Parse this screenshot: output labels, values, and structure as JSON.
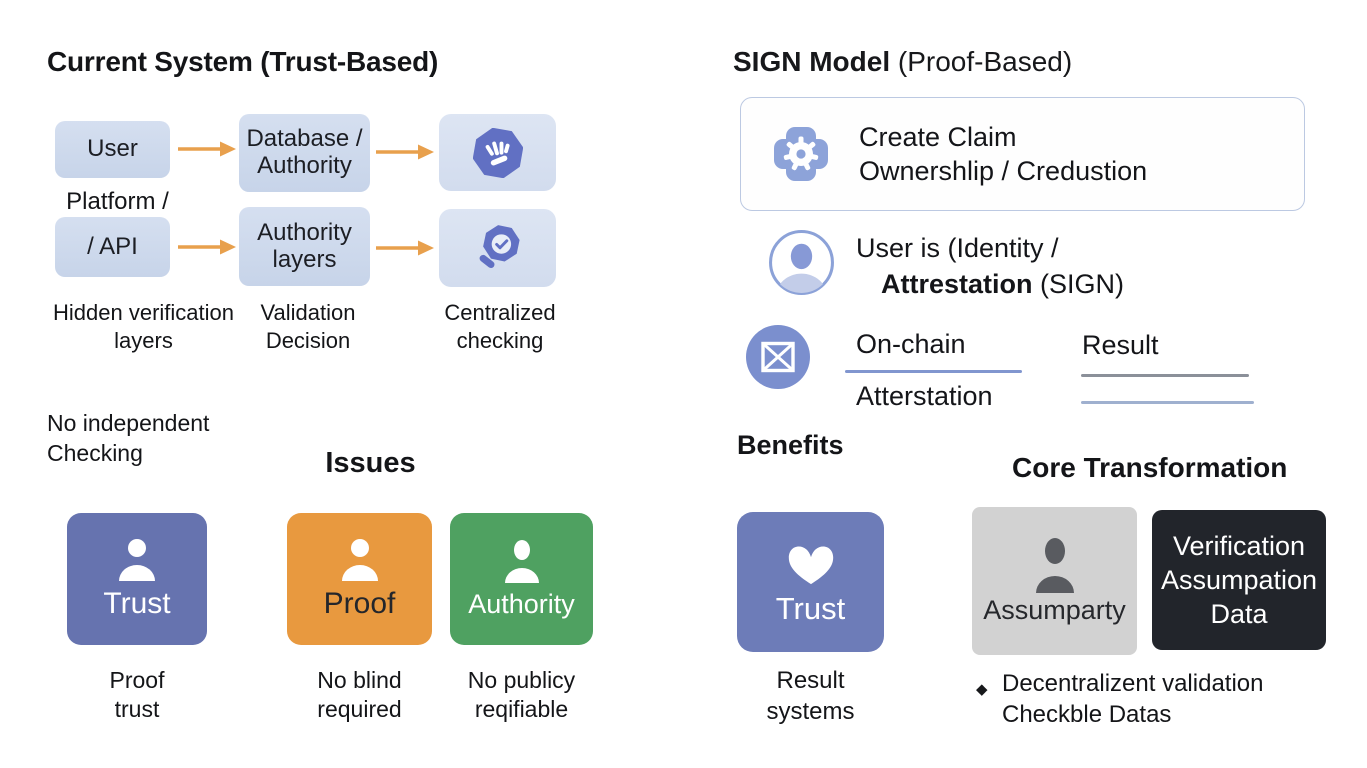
{
  "left": {
    "title": "Current System (Trust-Based)",
    "flow": {
      "box_user": "User",
      "box_database": "Database /\nAuthority",
      "platform_label": "Platform /",
      "box_api": "/ API",
      "box_authority": "Authority\nlayers",
      "caption_hidden": "Hidden verification\nlayers",
      "caption_validation": "Validation\nDecision",
      "caption_centralized": "Centralized\nchecking"
    },
    "no_independent": "No independent\nChecking",
    "issues_title": "Issues",
    "cards": [
      {
        "label": "Trust",
        "caption": "Proof\ntrust"
      },
      {
        "label": "Proof",
        "caption": "No blind\nrequired"
      },
      {
        "label": "Authority",
        "caption": "No publicy\nreqifiable"
      }
    ]
  },
  "right": {
    "title_bold": "SIGN Model",
    "title_rest": " (Proof-Based)",
    "claim_box": {
      "text": "Create Claim\nOwnershlip / Credustion"
    },
    "identity": {
      "line1": "User is (Identity /",
      "bold": "Attrestation",
      "rest": " (SIGN)"
    },
    "onchain": {
      "label": "On-chain",
      "sub": "Atterstation",
      "result": "Result"
    },
    "benefits_title": "Benefits",
    "core_title": "Core Transformation",
    "trust_card": {
      "label": "Trust",
      "caption": "Result\nsystems"
    },
    "assum_card": {
      "label": "Assumparty"
    },
    "verification_card": {
      "lines": "Verification\nAssumpation\nData"
    },
    "bullet": {
      "marker": "◆",
      "text": "Decentralizent validation\nCheckble Datas"
    }
  },
  "icons": {
    "top_flow_1": "octagon-hand-icon",
    "top_flow_2": "magnifier-check-icon",
    "claim": "gear-badge-icon",
    "identity": "person-circle-icon",
    "onchain": "envelope-circle-icon",
    "person_cards": "person-icon",
    "benefit": "heart-icon",
    "bullet": "diamond-bullet"
  },
  "colors": {
    "flow_box_bg": "#cdd9ec",
    "icon_box_bg": "#d9e2f1",
    "flow_icon_blue": "#6170c3",
    "arrow_orange": "#e8a04d",
    "card_trust_blue": "#6673af",
    "card_proof_orange": "#e8993f",
    "card_authority_green": "#4fa161",
    "card_trust_right_blue": "#6d7cb8",
    "card_assum_gray": "#d2d2d2",
    "card_verification_dark": "#22252b",
    "claim_border": "#bcc9e2",
    "badge_icon_blue": "#8da3d9",
    "envelope_circle_blue": "#7b8fce",
    "onchain_underline": "#8196cf",
    "result_line_gray": "#8b9099",
    "result_line_blue": "#9fb0cf",
    "text_dark": "#17181b"
  }
}
